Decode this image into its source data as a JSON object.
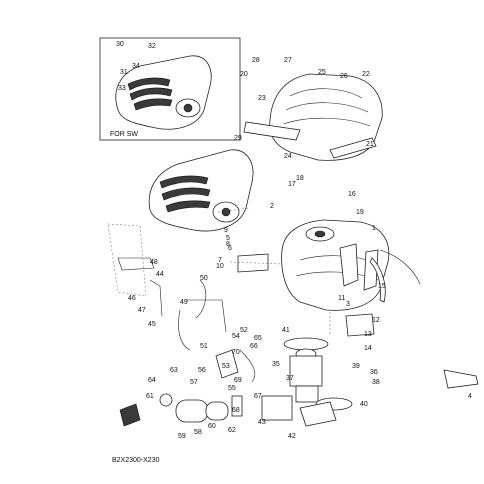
{
  "captions": {
    "for_sw": "FOR SW",
    "code": "B2X2300-X230"
  },
  "callouts": [
    "1",
    "2",
    "3",
    "4",
    "5",
    "6",
    "7",
    "8",
    "9",
    "10",
    "11",
    "12",
    "13",
    "14",
    "15",
    "16",
    "17",
    "18",
    "19",
    "20",
    "21",
    "22",
    "23",
    "24",
    "25",
    "26",
    "27",
    "28",
    "29",
    "30",
    "31",
    "32",
    "33",
    "34",
    "35",
    "36",
    "37",
    "38",
    "39",
    "40",
    "41",
    "42",
    "43",
    "44",
    "45",
    "46",
    "47",
    "48",
    "49",
    "50",
    "51",
    "52",
    "53",
    "54",
    "55",
    "56",
    "57",
    "58",
    "59",
    "60",
    "61",
    "62",
    "63",
    "64",
    "65",
    "66",
    "67",
    "68",
    "69",
    "70"
  ],
  "colors": {
    "ink": "#222222",
    "fill_dark": "#3a3a3a",
    "background": "#ffffff"
  }
}
